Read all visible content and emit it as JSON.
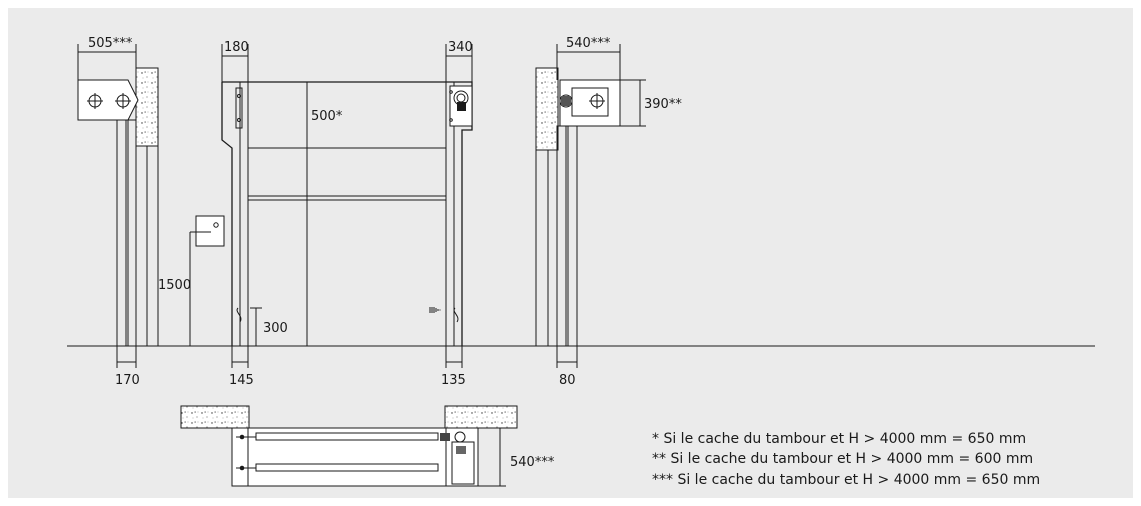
{
  "dimensions": {
    "left_top": "505***",
    "door_top_left": "180",
    "door_top_right": "340",
    "right_top": "540***",
    "right_height": "390**",
    "curtain_height": "500*",
    "control_height": "1500",
    "sensor_height": "300",
    "left_bottom": "170",
    "door_bottom_left": "145",
    "door_bottom_right": "135",
    "right_bottom": "80",
    "plan_depth": "540***"
  },
  "notes": [
    "* Si le cache du tambour et H > 4000 mm = 650 mm",
    "** Si le cache du tambour et H > 4000 mm = 600 mm",
    "*** Si le cache du tambour et H > 4000 mm = 650 mm"
  ],
  "colors": {
    "background": "#ebebeb",
    "line": "#1a1a1a",
    "fill": "#ffffff"
  }
}
